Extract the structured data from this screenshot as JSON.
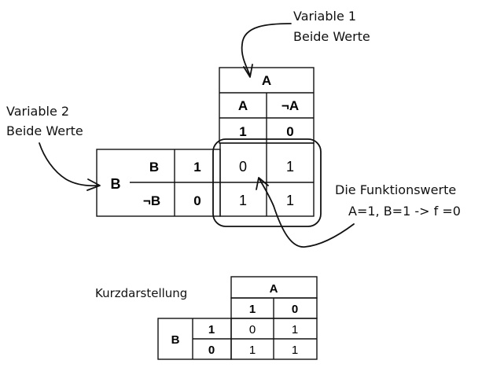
{
  "annotations": {
    "variable1_line1": "Variable 1",
    "variable1_line2": "Beide Werte",
    "variable2_line1": "Variable 2",
    "variable2_line2": "Beide Werte",
    "function_line1": "Die Funktionswerte",
    "function_line2": "A=1, B=1 -> f =0",
    "short_label": "Kurzdarstellung"
  },
  "main_table": {
    "col_var": "A",
    "col_a": "A",
    "col_not_a": "¬A",
    "col_a_val": "1",
    "col_not_a_val": "0",
    "row_var": "B",
    "row_b": "B",
    "row_not_b": "¬B",
    "row_b_val": "1",
    "row_not_b_val": "0",
    "cells": [
      [
        "0",
        "1"
      ],
      [
        "1",
        "1"
      ]
    ]
  },
  "short_table": {
    "col_var": "A",
    "col_vals": [
      "1",
      "0"
    ],
    "row_var": "B",
    "row_vals": [
      "1",
      "0"
    ],
    "cells": [
      [
        "0",
        "1"
      ],
      [
        "1",
        "1"
      ]
    ]
  }
}
